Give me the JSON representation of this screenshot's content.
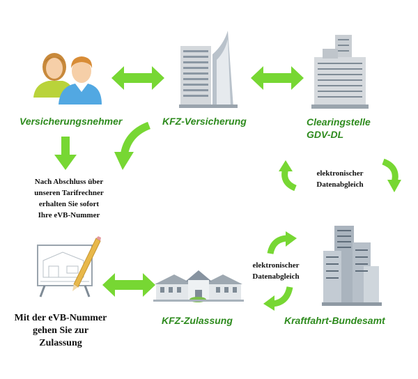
{
  "nodes": {
    "versicherungsnehmer": "Versicherungsnehmer",
    "kfz_versicherung": "KFZ-Versicherung",
    "clearingstelle": [
      "Clearingstelle",
      "GDV-DL"
    ],
    "kraftfahrt_bundesamt": "Kraftfahrt-Bundesamt",
    "kfz_zulassung": "KFZ-Zulassung"
  },
  "notes": {
    "tarifrechner": [
      "Nach Abschluss über",
      "unseren Tarifrechner",
      "erhalten Sie sofort",
      "Ihre eVB-Nummer"
    ],
    "zulassung": [
      "Mit der eVB-Nummer",
      "gehen Sie zur",
      "Zulassung"
    ],
    "datenabgleich_1": [
      "elektronischer",
      "Datenabgleich"
    ],
    "datenabgleich_2": [
      "elektronischer",
      "Datenabgleich"
    ]
  },
  "icons": [
    "people-icon",
    "office-tower-icon",
    "clearing-building-icon",
    "federal-building-icon",
    "villa-icon",
    "planning-board-icon"
  ],
  "colors": {
    "arrow": "#77d733",
    "label": "#2e8b1e"
  }
}
